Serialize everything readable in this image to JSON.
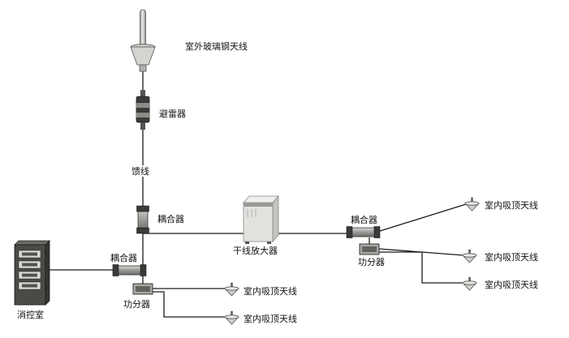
{
  "diagram": {
    "type": "signal-distribution-schematic",
    "labels": {
      "outdoor_antenna": "室外玻璃钢天线",
      "arrester": "避雷器",
      "feeder": "馈线",
      "coupler": "耦合器",
      "amplifier": "干线放大器",
      "splitter": "功分器",
      "control_room": "消控室",
      "indoor_antenna": "室内吸顶天线"
    },
    "component_counts": {
      "outdoor_antenna": 1,
      "arrester": 1,
      "coupler": 3,
      "amplifier": 1,
      "splitter": 2,
      "control_room": 1,
      "indoor_antenna": 5
    },
    "colors": {
      "line": "#1c1c1c",
      "dark_metal": "#3a3a38",
      "light_metal": "#d4d4d0",
      "background": "#ffffff"
    }
  }
}
